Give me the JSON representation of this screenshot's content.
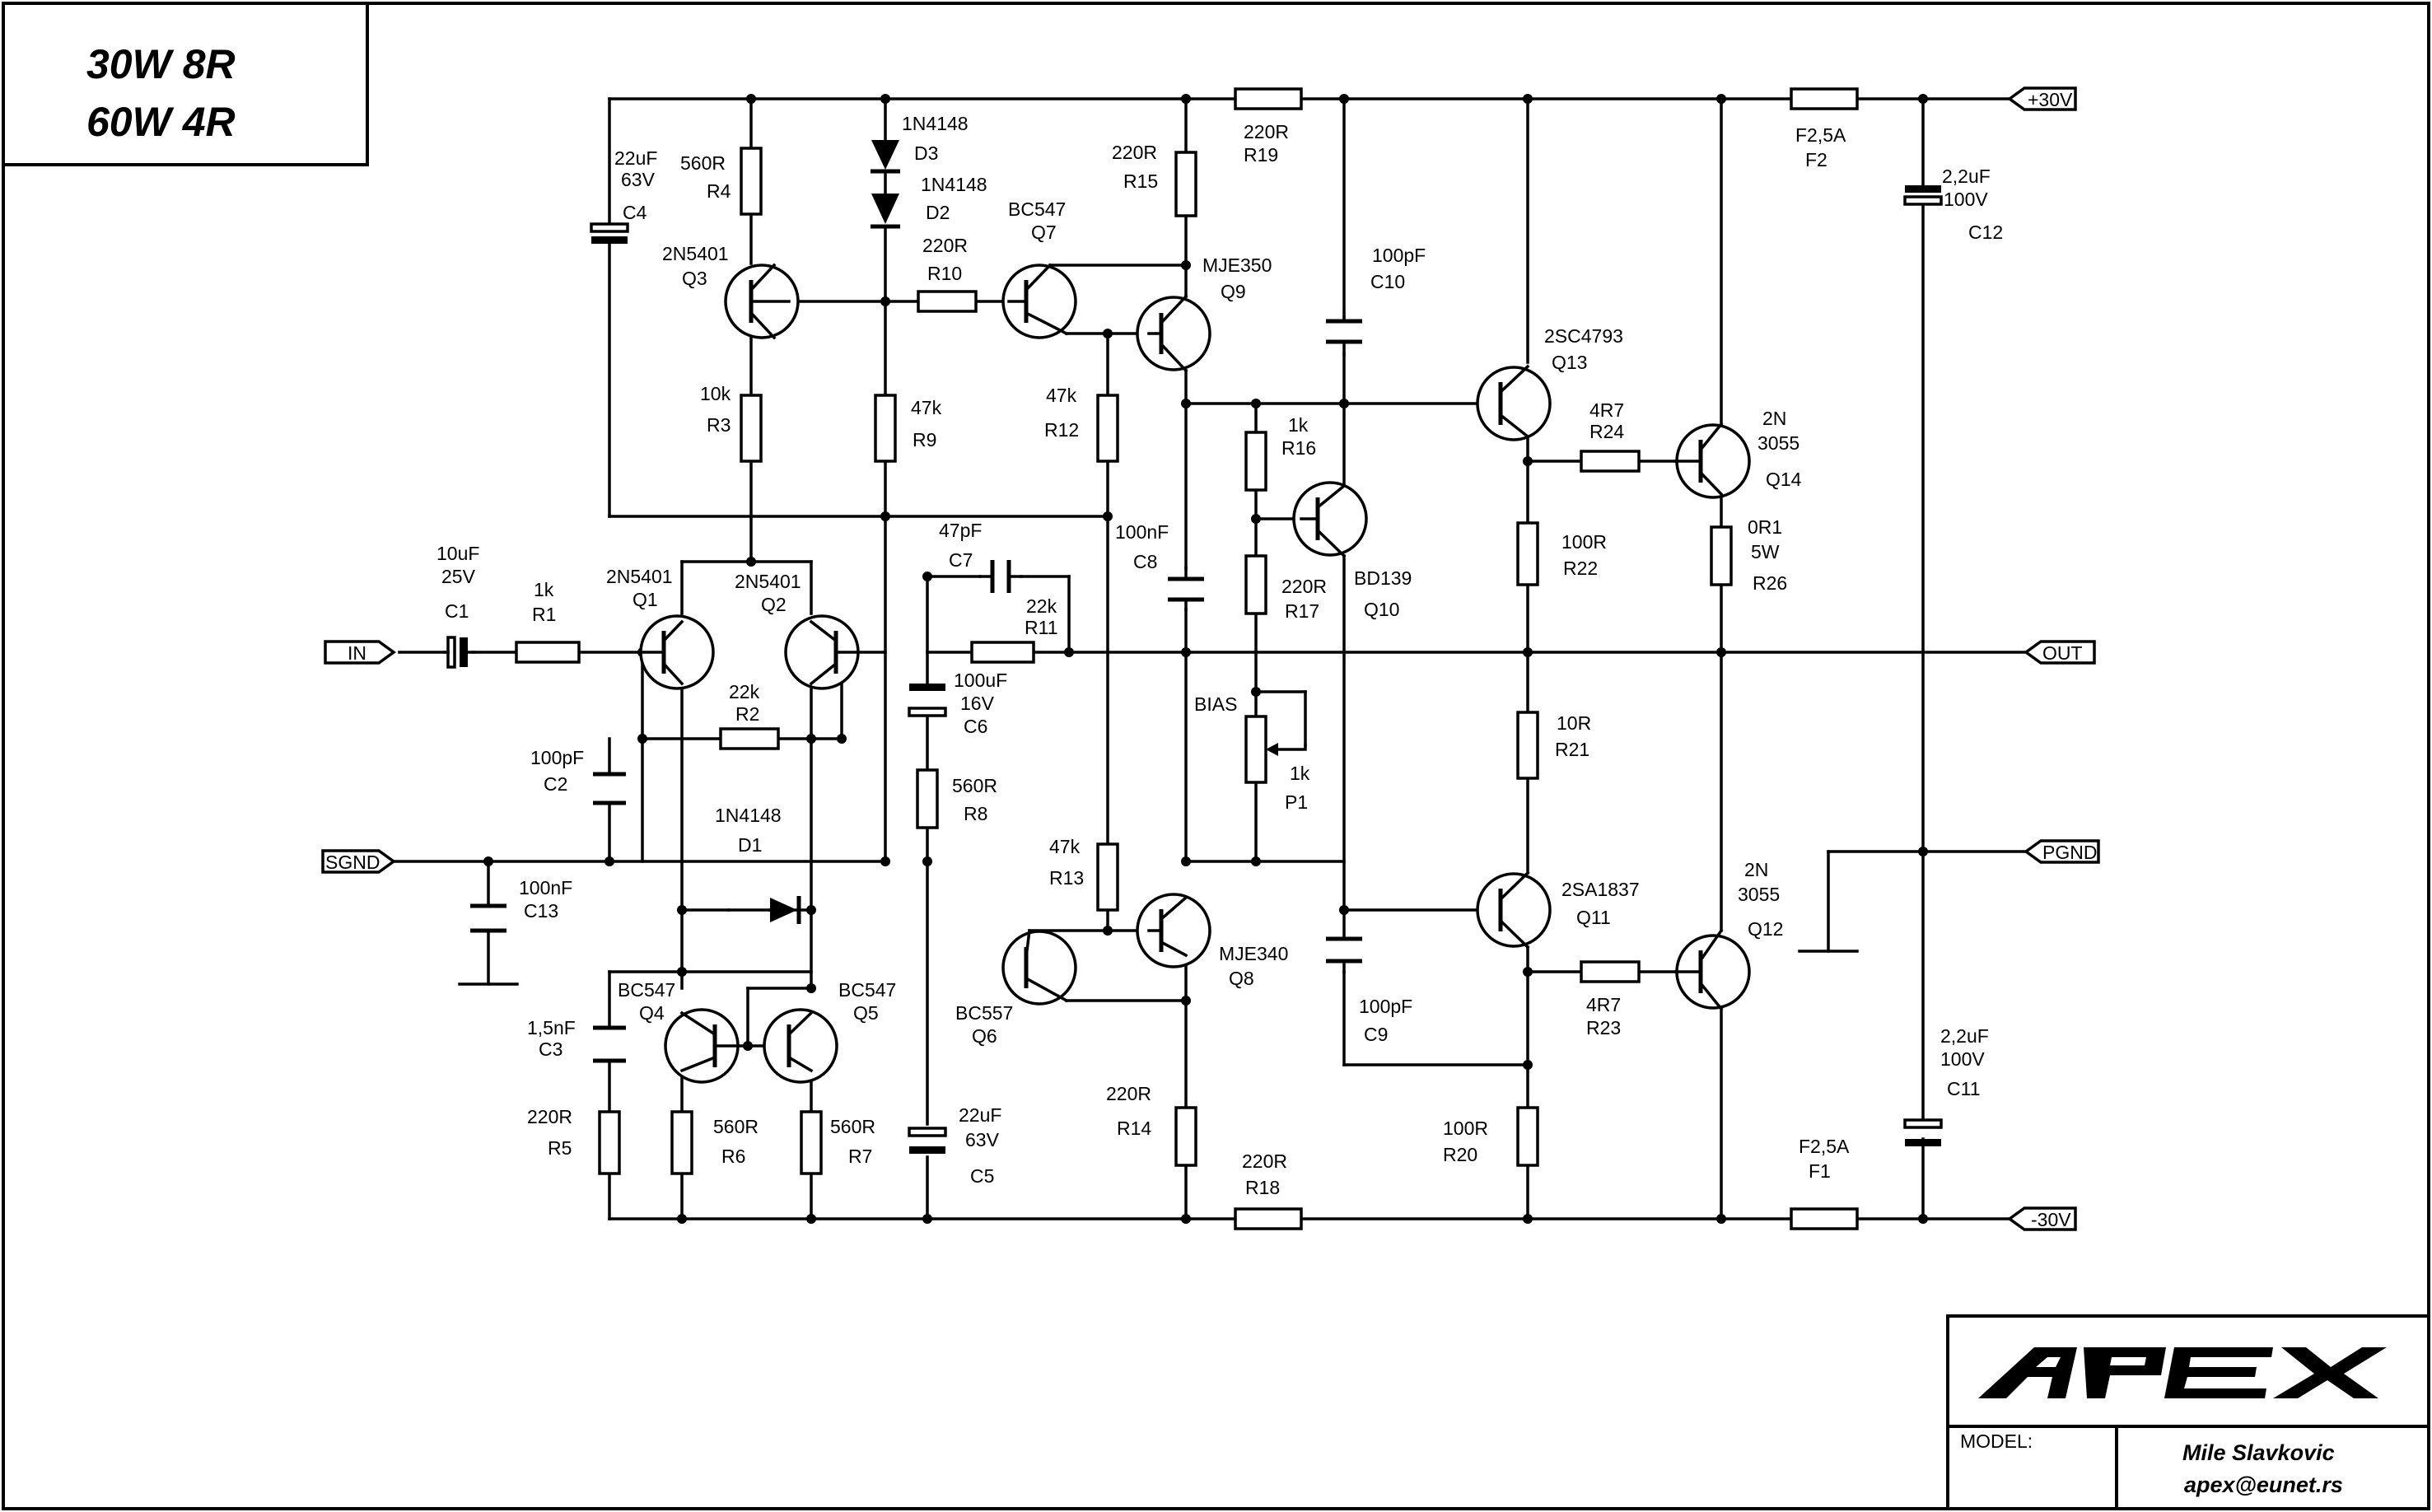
{
  "header": {
    "line1": "30W 8R",
    "line2": "60W 4R"
  },
  "ports": {
    "in": "IN",
    "sgnd": "SGND",
    "out": "OUT",
    "pgnd": "PGND",
    "vpos": "+30V",
    "vneg": "-30V"
  },
  "components": {
    "C1": {
      "value": "10uF",
      "value2": "25V",
      "ref": "C1"
    },
    "R1": {
      "value": "1k",
      "ref": "R1"
    },
    "Q1": {
      "type": "2N5401",
      "ref": "Q1"
    },
    "Q2": {
      "type": "2N5401",
      "ref": "Q2"
    },
    "R2": {
      "value": "22k",
      "ref": "R2"
    },
    "C2": {
      "value": "100pF",
      "ref": "C2"
    },
    "C13": {
      "value": "100nF",
      "ref": "C13"
    },
    "D1": {
      "type": "1N4148",
      "ref": "D1"
    },
    "Q4": {
      "type": "BC547",
      "ref": "Q4"
    },
    "Q5": {
      "type": "BC547",
      "ref": "Q5"
    },
    "C3": {
      "value": "1,5nF",
      "ref": "C3"
    },
    "R5": {
      "value": "220R",
      "ref": "R5"
    },
    "R6": {
      "value": "560R",
      "ref": "R6"
    },
    "R7": {
      "value": "560R",
      "ref": "R7"
    },
    "R4": {
      "value": "560R",
      "ref": "R4"
    },
    "C4": {
      "value": "22uF",
      "value2": "63V",
      "ref": "C4"
    },
    "Q3": {
      "type": "2N5401",
      "ref": "Q3"
    },
    "R3": {
      "value": "10k",
      "ref": "R3"
    },
    "D3": {
      "type": "1N4148",
      "ref": "D3"
    },
    "D2": {
      "type": "1N4148",
      "ref": "D2"
    },
    "R9": {
      "value": "47k",
      "ref": "R9"
    },
    "R10": {
      "value": "220R",
      "ref": "R10"
    },
    "Q7": {
      "type": "BC547",
      "ref": "Q7"
    },
    "R12": {
      "value": "47k",
      "ref": "R12"
    },
    "R15": {
      "value": "220R",
      "ref": "R15"
    },
    "Q9": {
      "type": "MJE350",
      "ref": "Q9"
    },
    "R19": {
      "value": "220R",
      "ref": "R19"
    },
    "C7": {
      "value": "47pF",
      "ref": "C7"
    },
    "R11": {
      "value": "22k",
      "ref": "R11"
    },
    "C6": {
      "value": "100uF",
      "value2": "16V",
      "ref": "C6"
    },
    "R8": {
      "value": "560R",
      "ref": "R8"
    },
    "C5": {
      "value": "22uF",
      "value2": "63V",
      "ref": "C5"
    },
    "C8": {
      "value": "100nF",
      "ref": "C8"
    },
    "R13": {
      "value": "47k",
      "ref": "R13"
    },
    "Q6": {
      "type": "BC557",
      "ref": "Q6"
    },
    "Q8": {
      "type": "MJE340",
      "ref": "Q8"
    },
    "R14": {
      "value": "220R",
      "ref": "R14"
    },
    "R18": {
      "value": "220R",
      "ref": "R18"
    },
    "C10": {
      "value": "100pF",
      "ref": "C10"
    },
    "R16": {
      "value": "1k",
      "ref": "R16"
    },
    "Q10": {
      "type": "BD139",
      "ref": "Q10"
    },
    "R17": {
      "value": "220R",
      "ref": "R17"
    },
    "P1": {
      "label": "BIAS",
      "value": "1k",
      "ref": "P1"
    },
    "C9": {
      "value": "100pF",
      "ref": "C9"
    },
    "Q13": {
      "type": "2SC4793",
      "ref": "Q13"
    },
    "R22": {
      "value": "100R",
      "ref": "R22"
    },
    "R21": {
      "value": "10R",
      "ref": "R21"
    },
    "Q11": {
      "type": "2SA1837",
      "ref": "Q11"
    },
    "R20": {
      "value": "100R",
      "ref": "R20"
    },
    "R24": {
      "value": "4R7",
      "ref": "R24"
    },
    "R23": {
      "value": "4R7",
      "ref": "R23"
    },
    "Q14": {
      "type": "2N",
      "type2": "3055",
      "ref": "Q14"
    },
    "Q12": {
      "type": "2N",
      "type2": "3055",
      "ref": "Q12"
    },
    "R26": {
      "value": "0R1",
      "value2": "5W",
      "ref": "R26"
    },
    "F2": {
      "value": "F2,5A",
      "ref": "F2"
    },
    "F1": {
      "value": "F2,5A",
      "ref": "F1"
    },
    "C12": {
      "value": "2,2uF",
      "value2": "100V",
      "ref": "C12"
    },
    "C11": {
      "value": "2,2uF",
      "value2": "100V",
      "ref": "C11"
    }
  },
  "title_block": {
    "brand": "APEX",
    "model_label": "MODEL:",
    "author": "Mile Slavkovic",
    "email": "apex@eunet.rs"
  }
}
